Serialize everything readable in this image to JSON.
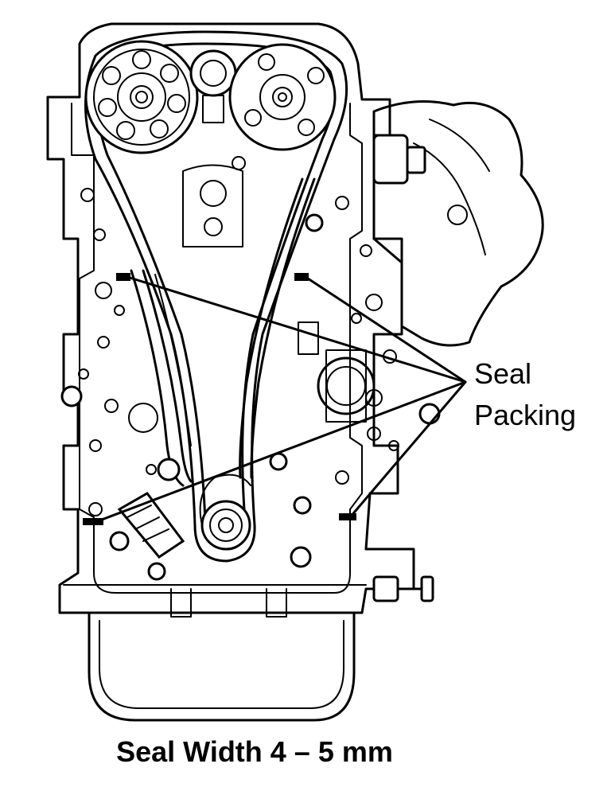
{
  "diagram": {
    "callout_line_1": "Seal",
    "callout_line_2": "Packing",
    "caption": "Seal Width 4 – 5 mm"
  }
}
